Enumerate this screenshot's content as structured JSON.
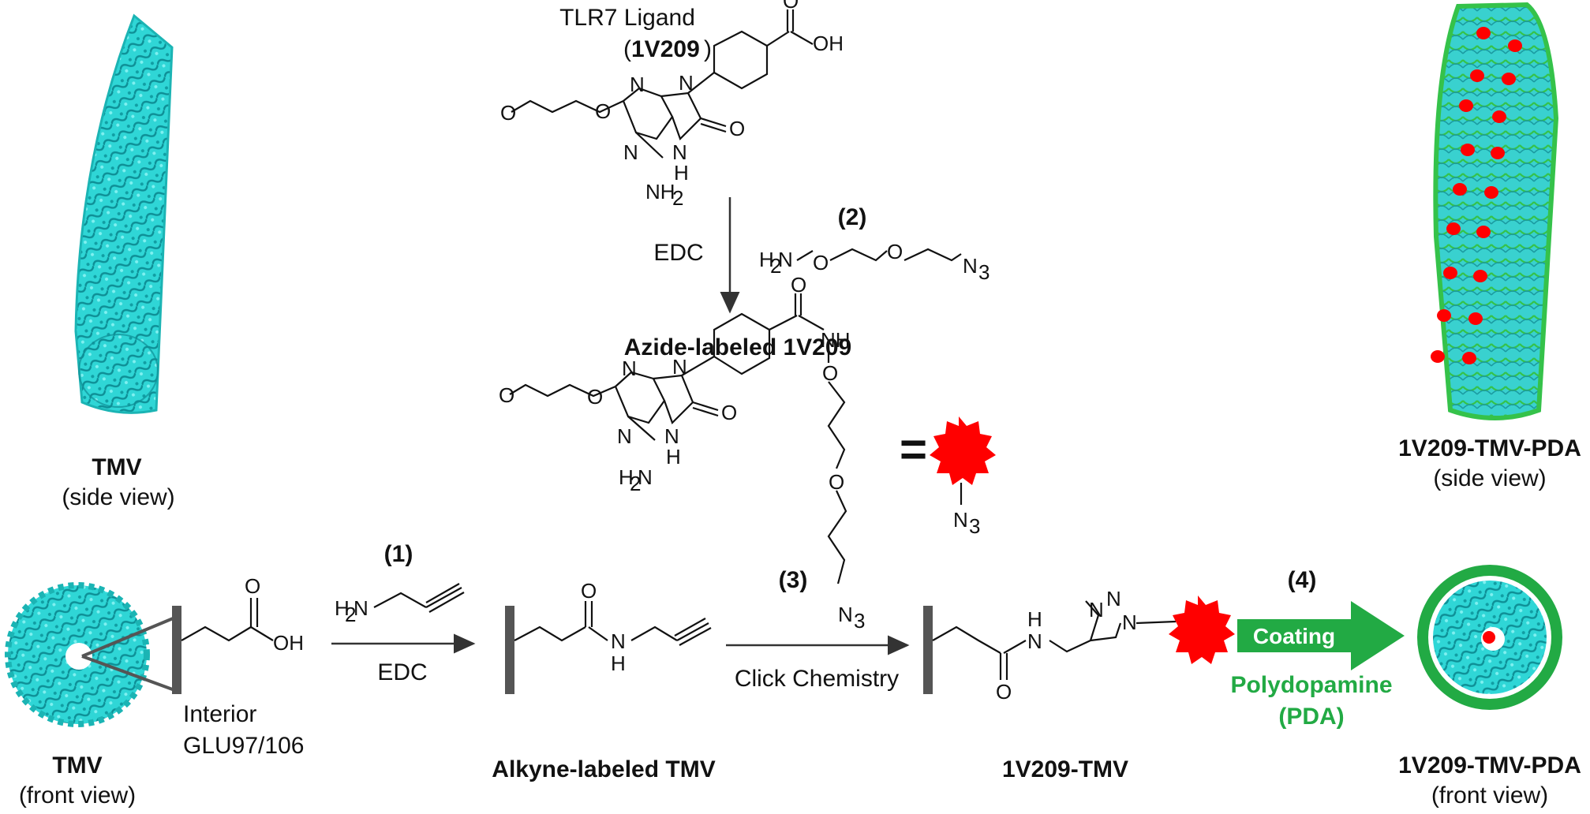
{
  "colors": {
    "tmv": "#21c8c8",
    "tmv_dark": "#0e8f96",
    "pda": "#22aa44",
    "ligand": "#ff0000",
    "text": "#111111",
    "arrow": "#333333"
  },
  "labels": {
    "tmv_side": "TMV",
    "tmv_side_sub": "(side view)",
    "tmv_front": "TMV",
    "tmv_front_sub": "(front view)",
    "interior_line1": "Interior",
    "interior_line2": "GLU97/106",
    "ligand_title": "TLR7 Ligand",
    "ligand_name_open": "(",
    "ligand_name": "1V209",
    "ligand_name_close": ")",
    "azide_title": "Azide-labeled 1V209",
    "alkyne_title": "Alkyne-labeled TMV",
    "conj_title": "1V209-TMV",
    "pda_side": "1V209-TMV-PDA",
    "pda_side_sub": "(side view)",
    "pda_front": "1V209-TMV-PDA",
    "pda_front_sub": "(front view)",
    "equals": "="
  },
  "steps": [
    {
      "num": "(1)",
      "reagent": "EDC"
    },
    {
      "num": "(2)",
      "reagent": "EDC"
    },
    {
      "num": "(3)",
      "reagent": "Click Chemistry"
    },
    {
      "num": "(4)",
      "reagent": "Coating"
    }
  ],
  "coating_material_line1": "Polydopamine",
  "coating_material_line2": "(PDA)",
  "atoms": {
    "OH": "OH",
    "O": "O",
    "N": "N",
    "NH": "NH",
    "H": "H",
    "NH2": "NH",
    "sub2": "2",
    "H2N": "H",
    "N3": "N",
    "sub3": "3"
  }
}
